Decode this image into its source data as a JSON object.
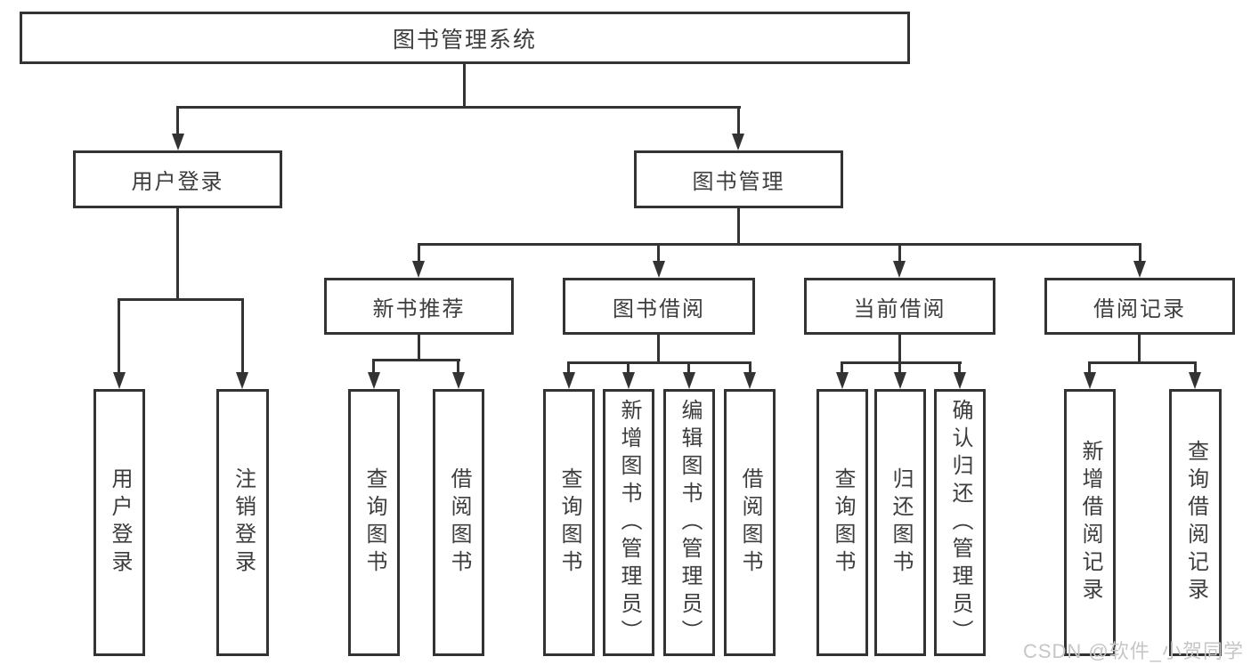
{
  "colors": {
    "line": "#333333",
    "text": "#3d3d3d",
    "background": "#ffffff",
    "watermark": "#c6c6c6"
  },
  "watermark": {
    "text": "CSDN @软件_小贺同学"
  },
  "tree": {
    "root": {
      "label": "图书管理系统"
    },
    "branches": [
      {
        "label": "用户登录",
        "children": [
          {
            "label": "用户登录"
          },
          {
            "label": "注销登录"
          }
        ]
      },
      {
        "label": "图书管理",
        "sections": [
          {
            "label": "新书推荐",
            "children": [
              {
                "label": "查询图书"
              },
              {
                "label": "借阅图书"
              }
            ]
          },
          {
            "label": "图书借阅",
            "children": [
              {
                "label": "查询图书"
              },
              {
                "label": "新增图书（管理员）"
              },
              {
                "label": "编辑图书（管理员）"
              },
              {
                "label": "借阅图书"
              }
            ]
          },
          {
            "label": "当前借阅",
            "children": [
              {
                "label": "查询图书"
              },
              {
                "label": "归还图书"
              },
              {
                "label": "确认归还（管理员）"
              }
            ]
          },
          {
            "label": "借阅记录",
            "children": [
              {
                "label": "新增借阅记录"
              },
              {
                "label": "查询借阅记录"
              }
            ]
          }
        ]
      }
    ]
  }
}
